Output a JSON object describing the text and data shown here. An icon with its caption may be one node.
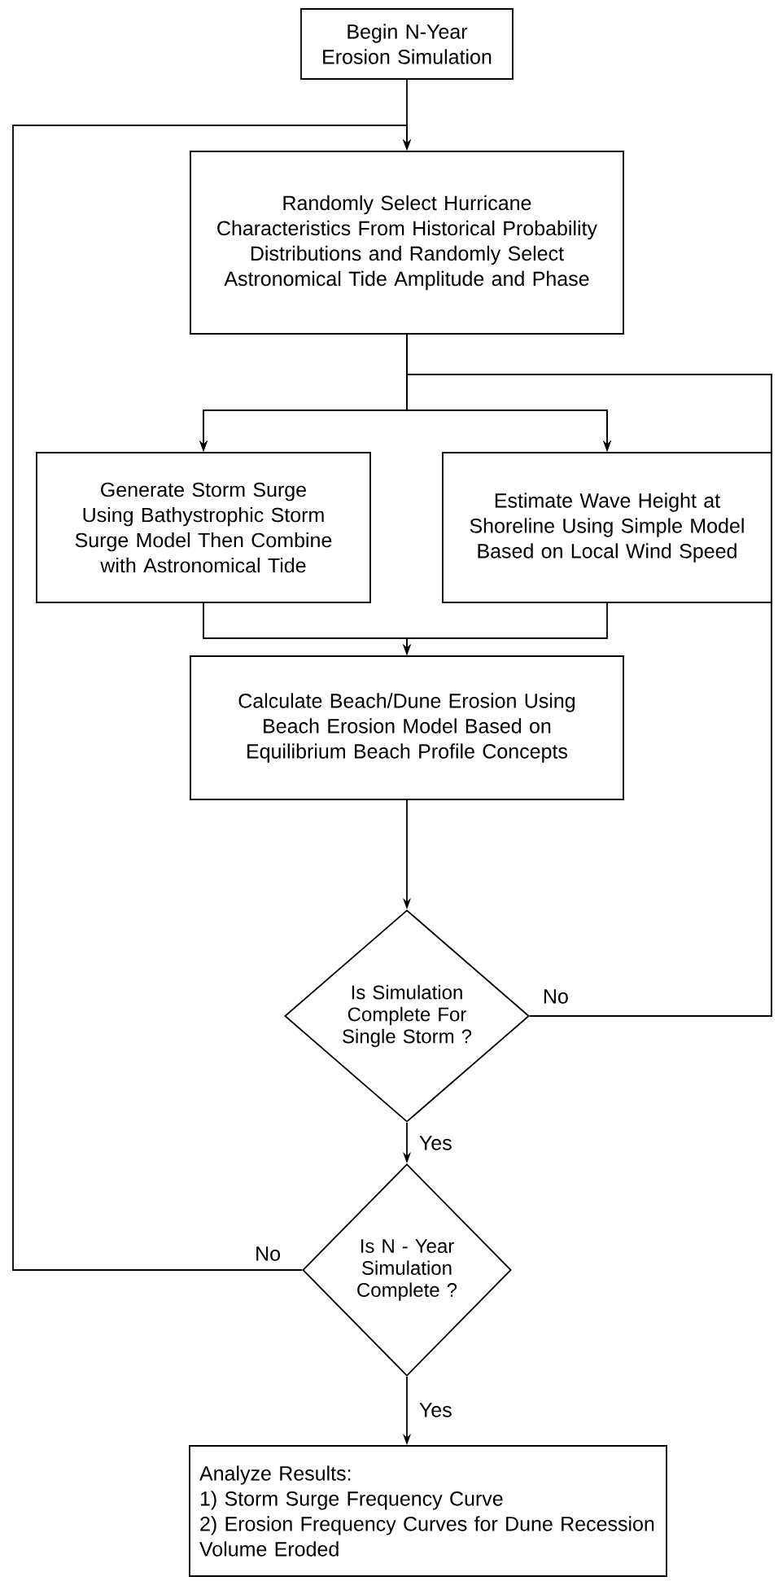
{
  "diagram": {
    "nodes": [
      {
        "text": [
          "Begin N-Year Erosion Simulation"
        ]
      },
      {
        "text": [
          "Randomly Select Hurricane Characteristics From Historical Probability Distributions and Randomly Select Astronomical Tide Amplitude and Phase"
        ]
      },
      {
        "text": [
          "Generate Storm Surge Using Bathystrophic Storm Surge Model Then Combine with Astronomical Tide"
        ]
      },
      {
        "text": [
          "Estimate Wave Height at Shoreline Using Simple Model Based on Local Wind Speed"
        ]
      },
      {
        "text": [
          "Calculate Beach/Dune Erosion Using Beach Erosion Model Based on Equilibrium Beach Profile Concepts"
        ]
      },
      {
        "text": [
          "Is Simulation Complete For Single Storm ?"
        ]
      },
      {
        "text": [
          "Is N - Year Simulation Complete ?"
        ]
      },
      {
        "text": [
          "Analyze Results:",
          "1) Storm Surge Frequency Curve",
          "2) Erosion Frequency Curves for Dune Recession Volume Eroded"
        ]
      }
    ],
    "edges": [
      {
        "from": 0,
        "to": 1,
        "arrow": "to"
      },
      {
        "from": 1,
        "to": 2,
        "arrow": "to"
      },
      {
        "from": 1,
        "to": 3,
        "arrow": "to"
      },
      {
        "from": 2,
        "to": 4,
        "arrow": "to"
      },
      {
        "from": 3,
        "to": 4,
        "arrow": "to"
      },
      {
        "from": 4,
        "to": 5,
        "arrow": "to"
      },
      {
        "from": 5,
        "to": 2,
        "arrow": "to",
        "label": "No"
      },
      {
        "from": 5,
        "to": 3,
        "arrow": "to"
      },
      {
        "from": 5,
        "to": 6,
        "arrow": "to",
        "label": "Yes"
      },
      {
        "from": 6,
        "to": 1,
        "arrow": "to",
        "label": "No"
      },
      {
        "from": 6,
        "to": 7,
        "arrow": "to",
        "label": "Yes"
      }
    ]
  }
}
